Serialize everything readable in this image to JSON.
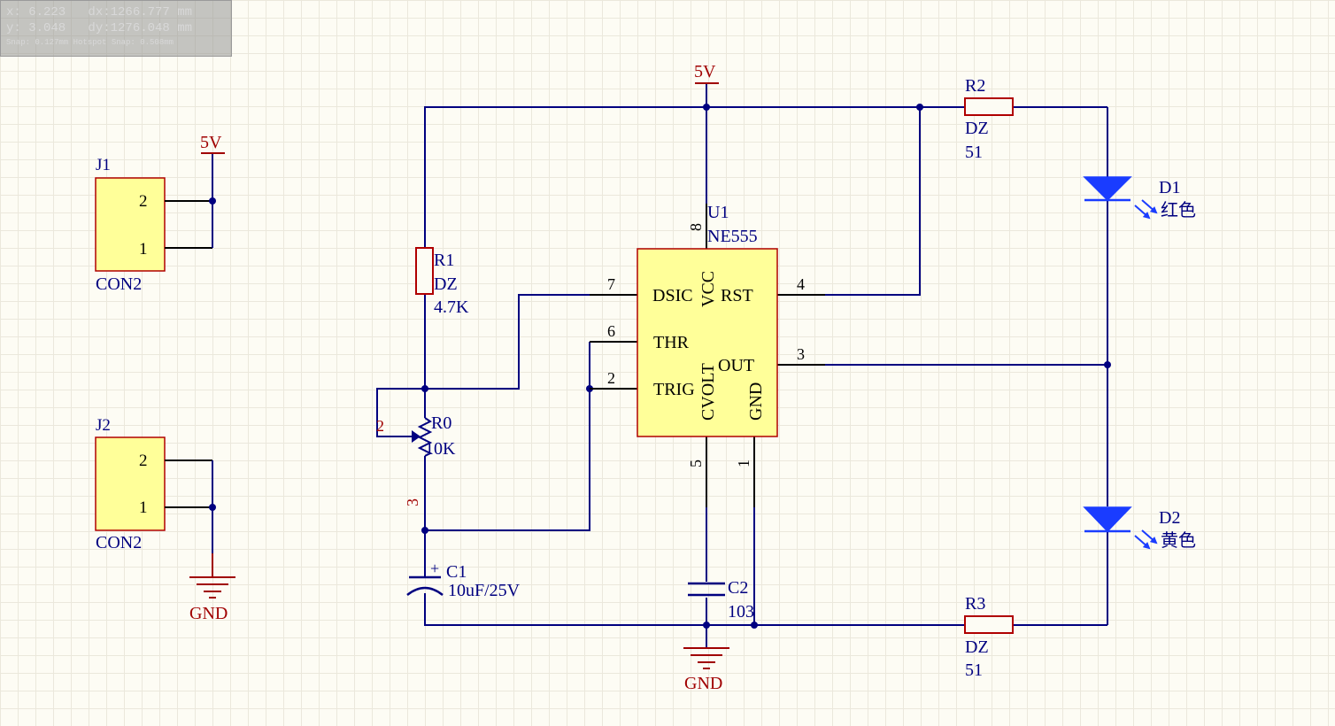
{
  "status": {
    "x_line": "x: 6.223   dx:1266.777 mm",
    "y_line": "y: 3.048   dy:1276.048 mm",
    "snap_line": "Snap: 0.127mm Hotspot Snap: 0.508mm"
  },
  "components": {
    "j1": {
      "ref": "J1",
      "value": "CON2",
      "pin2": "2",
      "pin1": "1"
    },
    "j2": {
      "ref": "J2",
      "value": "CON2",
      "pin2": "2",
      "pin1": "1"
    },
    "pwr_j1": "5V",
    "gnd_j2": "GND",
    "pwr_main": "5V",
    "gnd_main": "GND",
    "r1": {
      "ref": "R1",
      "footprint": "DZ",
      "value": "4.7K"
    },
    "r0": {
      "ref": "R0",
      "value": "10K",
      "pin2": "2",
      "pin3": "3"
    },
    "c1": {
      "ref": "C1",
      "value": "10uF/25V",
      "polarity": "+"
    },
    "c2": {
      "ref": "C2",
      "value": "103"
    },
    "u1": {
      "ref": "U1",
      "value": "NE555",
      "pins": {
        "dsic": "DSIC",
        "vcc": "VCC",
        "rst": "RST",
        "thr": "THR",
        "out": "OUT",
        "trig": "TRIG",
        "cvolt": "CVOLT",
        "gnd": "GND"
      },
      "pin_numbers": {
        "p8": "8",
        "p7": "7",
        "p4": "4",
        "p6": "6",
        "p3": "3",
        "p2": "2",
        "p5": "5",
        "p1": "1"
      }
    },
    "r2": {
      "ref": "R2",
      "footprint": "DZ",
      "value": "51"
    },
    "r3": {
      "ref": "R3",
      "footprint": "DZ",
      "value": "51"
    },
    "d1": {
      "ref": "D1",
      "value": "红色"
    },
    "d2": {
      "ref": "D2",
      "value": "黄色"
    }
  },
  "colors": {
    "wire": "#000080",
    "power": "#a00000",
    "part_fill": "#ffff99",
    "part_stroke": "#b00000",
    "text": "#000080"
  }
}
